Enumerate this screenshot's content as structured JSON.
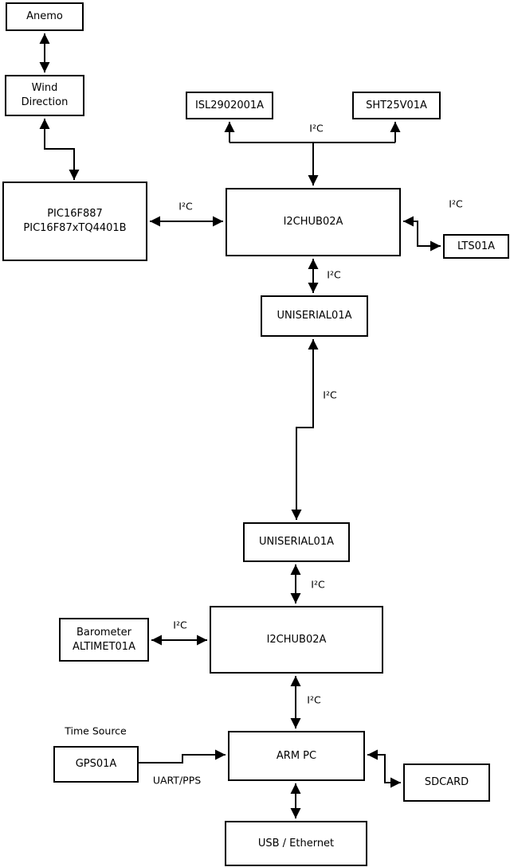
{
  "boxes": {
    "anemo": {
      "label": "Anemo"
    },
    "wind_direction": {
      "line1": "Wind",
      "line2": "Direction"
    },
    "pic": {
      "line1": "PIC16F887",
      "line2": "PIC16F87xTQ4401B"
    },
    "isl": {
      "label": "ISL2902001A"
    },
    "sht": {
      "label": "SHT25V01A"
    },
    "hub1": {
      "label": "I2CHUB02A"
    },
    "lts": {
      "label": "LTS01A"
    },
    "uniserial1": {
      "label": "UNISERIAL01A"
    },
    "uniserial2": {
      "label": "UNISERIAL01A"
    },
    "barometer": {
      "line1": "Barometer",
      "line2": "ALTIMET01A"
    },
    "hub2": {
      "label": "I2CHUB02A"
    },
    "gps": {
      "label": "GPS01A"
    },
    "arm_pc": {
      "label": "ARM PC"
    },
    "sdcard": {
      "label": "SDCARD"
    },
    "usb_ethernet": {
      "label": "USB / Ethernet"
    }
  },
  "labels": {
    "i2c_top_branch": "I²C",
    "i2c_pic_hub1": "I²C",
    "i2c_hub1_lts": "I²C",
    "i2c_hub1_uniserial1": "I²C",
    "i2c_long_link": "I²C",
    "i2c_uniserial2_hub2": "I²C",
    "i2c_barometer_hub2": "I²C",
    "i2c_hub2_armpc": "I²C",
    "time_source": "Time Source",
    "uart_pps": "UART/PPS"
  },
  "colors": {
    "line": "#000000",
    "box_fill": "#ffffff",
    "background": "#ffffff"
  }
}
